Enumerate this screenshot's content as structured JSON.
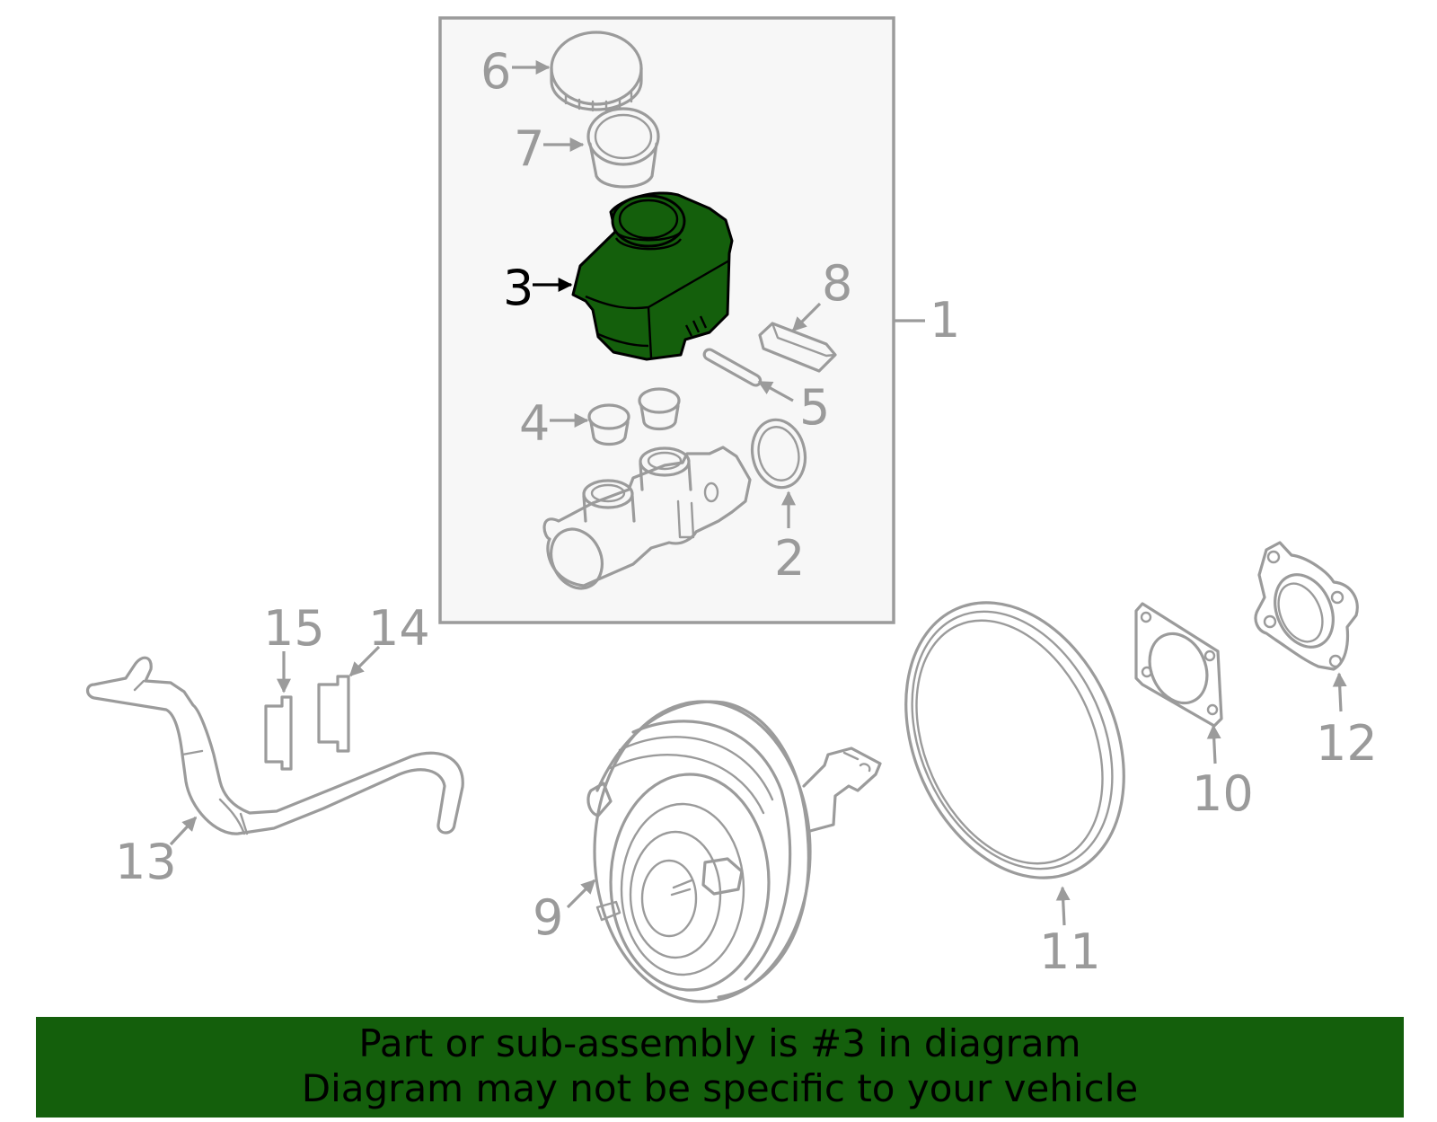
{
  "diagram": {
    "highlighted_part": "3",
    "highlight_color": "#145f0c",
    "part_labels": {
      "p1": "1",
      "p2": "2",
      "p3": "3",
      "p4": "4",
      "p5": "5",
      "p6": "6",
      "p7": "7",
      "p8": "8",
      "p9": "9",
      "p10": "10",
      "p11": "11",
      "p12": "12",
      "p13": "13",
      "p14": "14",
      "p15": "15"
    }
  },
  "banner": {
    "line1": "Part or sub-assembly is #3 in diagram",
    "line2": "Diagram may not be specific to your vehicle",
    "background": "#145f0c"
  }
}
